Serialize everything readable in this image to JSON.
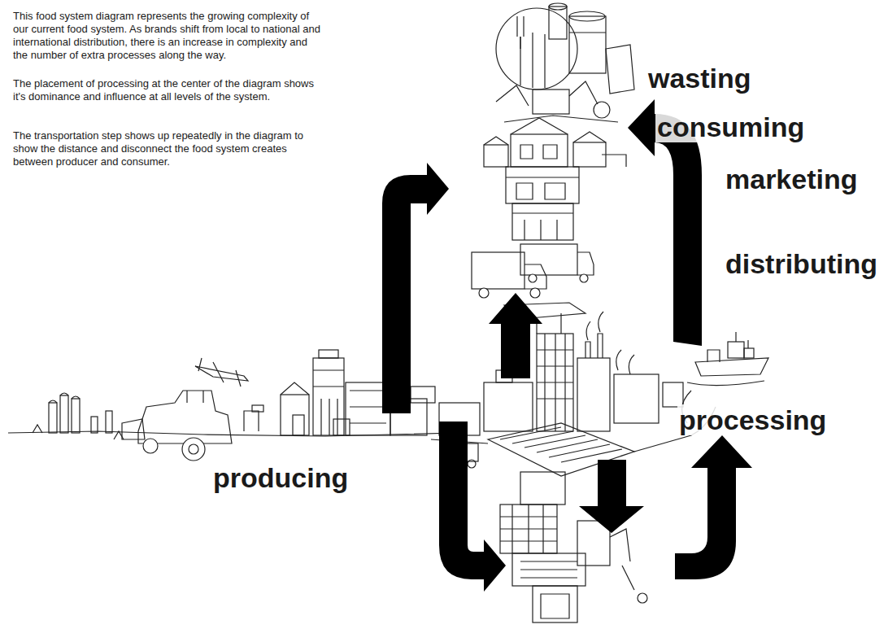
{
  "diagram": {
    "labels": [
      "This food system diagram represents the growing complexity of our current food system. As brands shift from local to national and international distribution, there is an increase in complexity and the number of extra processes along the way.",
      "The placement of processing at the center of the diagram shows it's dominance and influence at all levels of the system.",
      "The transportation step shows up repeatedly in the diagram to show the distance and disconnect the food system creates between producer and consumer.",
      "wasting",
      "consuming",
      "marketing",
      "distributing",
      "processing",
      "producing"
    ]
  }
}
